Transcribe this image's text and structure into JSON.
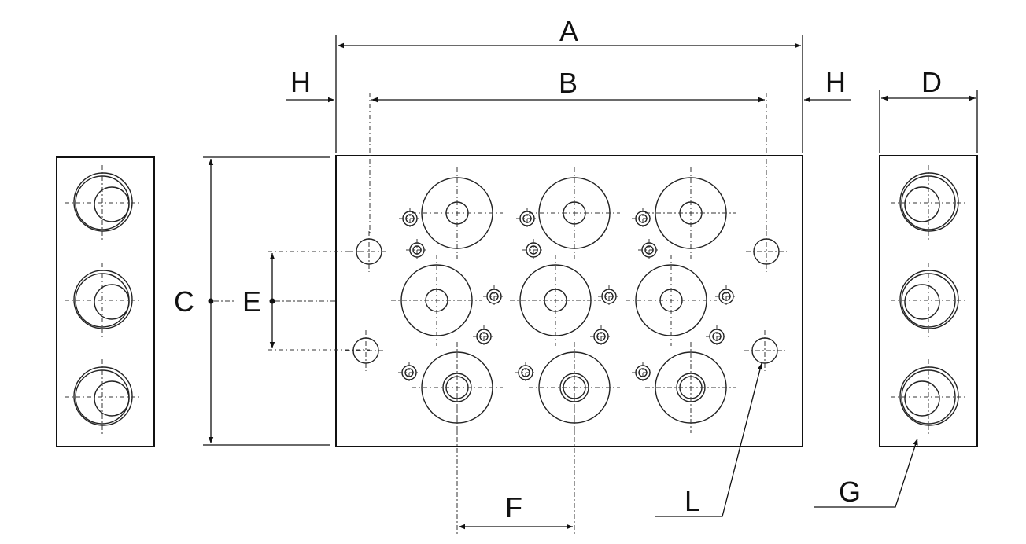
{
  "labels": {
    "A": "A",
    "B": "B",
    "C": "C",
    "D": "D",
    "E": "E",
    "F": "F",
    "G": "G",
    "H_left": "H",
    "H_right": "H",
    "L": "L"
  },
  "colors": {
    "line": "#111111",
    "background": "#ffffff"
  }
}
